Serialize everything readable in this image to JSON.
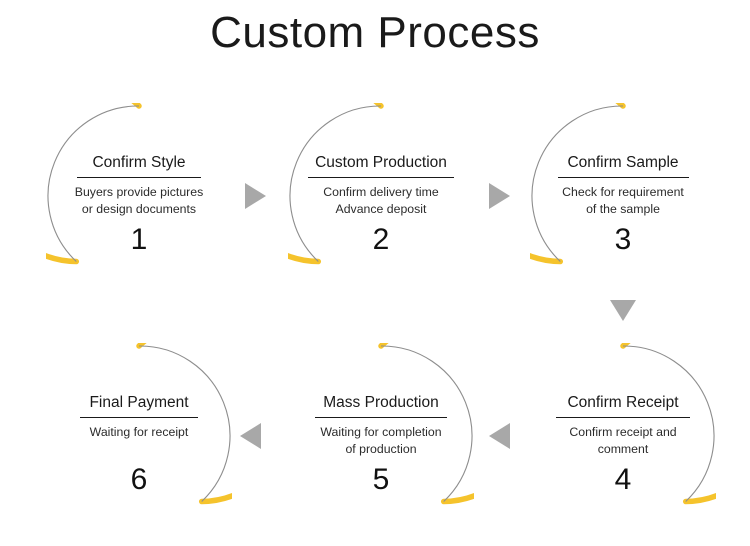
{
  "title": "Custom Process",
  "colors": {
    "accent_yellow": "#F5C32C",
    "ring_gray": "#8d8d8d",
    "arrow_gray": "#a8a8a8",
    "text_dark": "#1a1a1a",
    "background": "#ffffff"
  },
  "steps": [
    {
      "number": "1",
      "heading": "Confirm Style",
      "description": "Buyers provide pictures\nor design documents",
      "name": "step-confirm-style"
    },
    {
      "number": "2",
      "heading": "Custom Production",
      "description": "Confirm delivery time\nAdvance deposit",
      "name": "step-custom-production"
    },
    {
      "number": "3",
      "heading": "Confirm Sample",
      "description": "Check for requirement\nof the sample",
      "name": "step-confirm-sample"
    },
    {
      "number": "4",
      "heading": "Confirm Receipt",
      "description": "Confirm receipt and\ncomment",
      "name": "step-confirm-receipt"
    },
    {
      "number": "5",
      "heading": "Mass Production",
      "description": "Waiting for completion\nof production",
      "name": "step-mass-production"
    },
    {
      "number": "6",
      "heading": "Final Payment",
      "description": "Waiting for receipt",
      "name": "step-final-payment"
    }
  ],
  "connectors": [
    {
      "name": "arrow-step1-to-step2",
      "direction": "right"
    },
    {
      "name": "arrow-step2-to-step3",
      "direction": "right"
    },
    {
      "name": "arrow-step3-to-step4",
      "direction": "down"
    },
    {
      "name": "arrow-step4-to-step5",
      "direction": "left"
    },
    {
      "name": "arrow-step5-to-step6",
      "direction": "left"
    }
  ]
}
